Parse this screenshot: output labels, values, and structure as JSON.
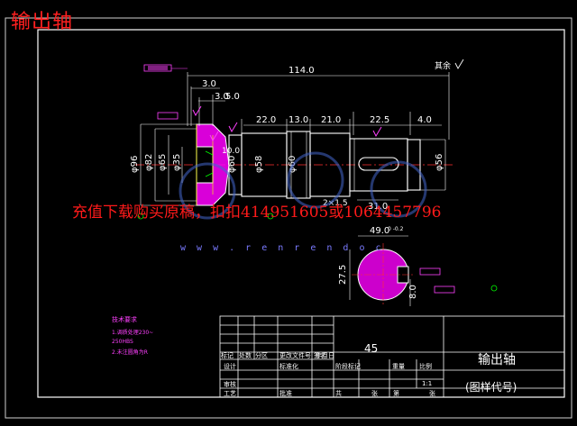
{
  "title": "输出轴",
  "watermark": "充值下载购买原稿，扣扣414951605或1064457796",
  "website": "w w w . r e n r e n d o c",
  "roughness_note": "其余",
  "dims": {
    "d114": "114.0",
    "d3a": "3.0",
    "d3b": "3.0",
    "d5": "5.0",
    "d22": "22.0",
    "d13": "13.0",
    "d21": "21.0",
    "d22_5": "22.5",
    "d4": "4.0",
    "d10": "10.0",
    "phi96": "φ96",
    "phi82": "φ82",
    "phi65": "φ65",
    "phi35": "φ35",
    "phi60a": "φ60",
    "phi58": "φ58",
    "phi60b": "φ60",
    "phi56": "φ56",
    "chamfer": "2×1.5",
    "d31": "31.0",
    "d49": "49.0",
    "d27_5": "27.5",
    "d8": "8.0",
    "tol": "0\n-0.2"
  },
  "tech_req": {
    "heading": "技术要求",
    "line1": "1.调质处理230~",
    "line2": "250HBS",
    "line3": "2.未注圆角为R"
  },
  "title_block": {
    "material": "45",
    "part_name": "输出轴",
    "drawing_no": "(图样代号)",
    "scale": "1:1",
    "cells": {
      "mark": "标记",
      "count": "处数",
      "division": "分区",
      "change_doc": "更改文件号",
      "sign": "签名",
      "date": "年月日",
      "design": "设计",
      "standardize": "标准化",
      "stage_mark": "阶段标记",
      "weight": "重量",
      "ratio": "比例",
      "review": "审核",
      "craft": "工艺",
      "approve": "批准",
      "total": "共",
      "sheet": "张",
      "page": "第",
      "page2": "张"
    }
  },
  "colors": {
    "background": "#000000",
    "frame": "#ffffff",
    "dimension": "#ffffff",
    "outline": "#ffffff",
    "hatch": "#ff00ff",
    "center": "#ff3030",
    "green": "#00ff00",
    "yellow": "#ffff00",
    "watermark": "#ff1a1a",
    "magenta": "#ff40ff"
  }
}
